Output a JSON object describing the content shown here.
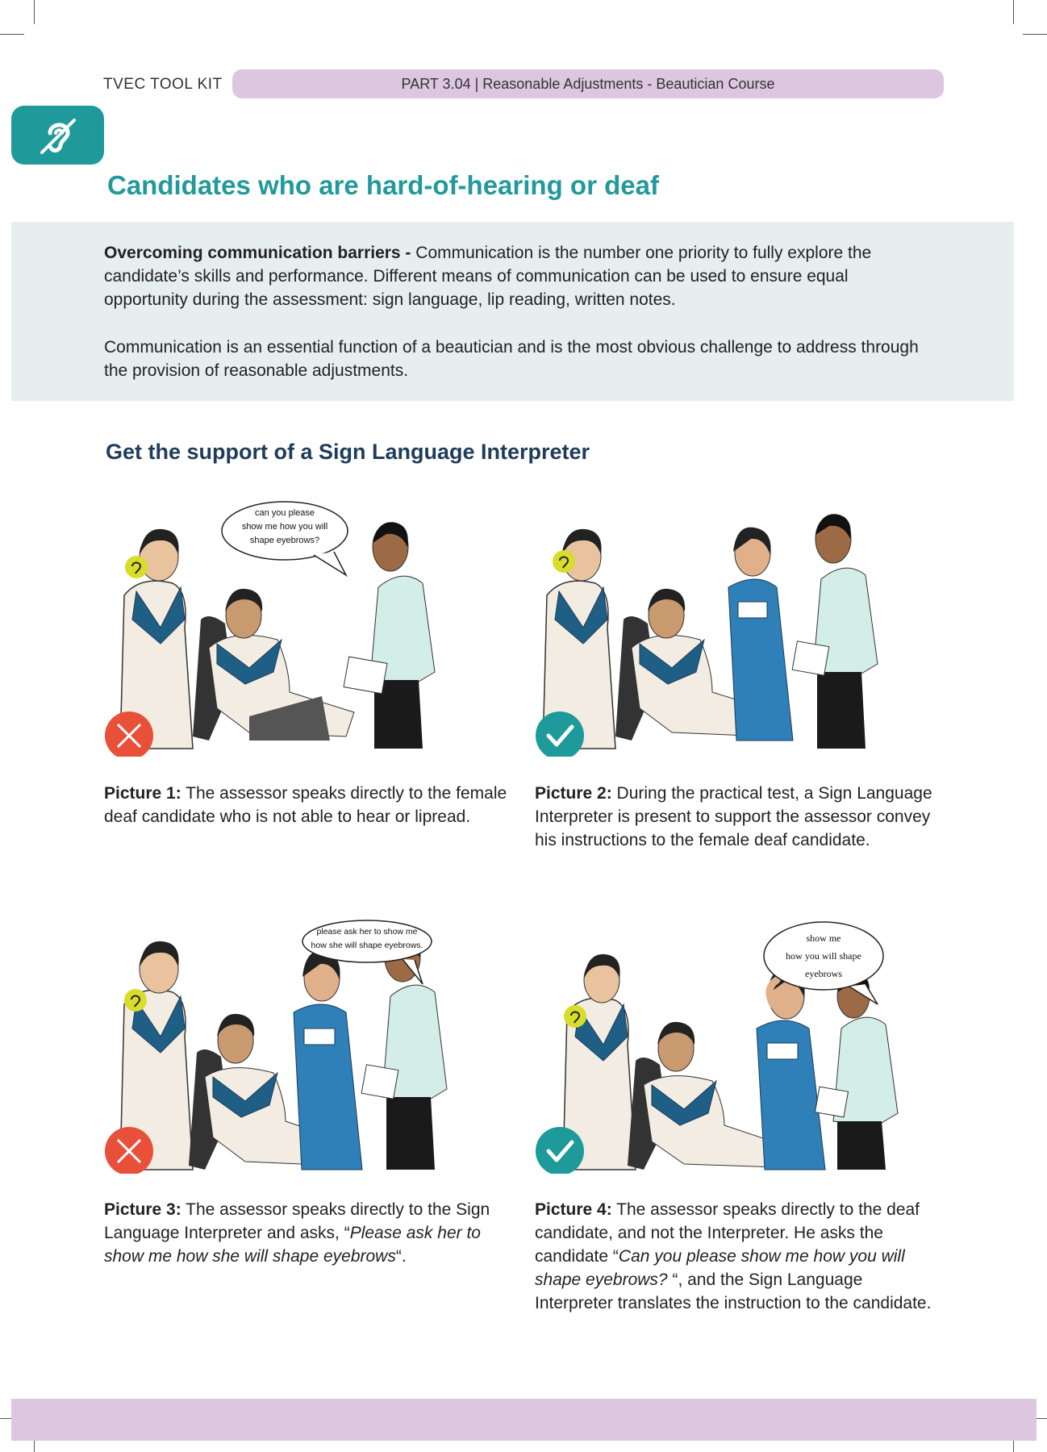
{
  "header": {
    "left_label": "TVEC TOOL KIT",
    "section": "PART 3.04 | Reasonable Adjustments - Beautician Course"
  },
  "icons": {
    "tab": "hearing-impaired-icon",
    "wrong": "cross-icon",
    "right": "check-icon"
  },
  "colors": {
    "teal": "#1f9a9a",
    "lavender": "#dcc6e0",
    "navy": "#1f3c5a",
    "red": "#e8503a"
  },
  "title": "Candidates who are hard-of-hearing or deaf",
  "intro": {
    "bold_lead": "Overcoming communication barriers -",
    "para1": " Communication is the number one priority to fully explore the candidate’s skills and performance. Different means of communication can be used to ensure equal opportunity during the assessment: sign language, lip reading, written notes.",
    "para2": "Communication is an essential function of a beautician and is the most obvious challenge to address through the provision of reasonable adjustments."
  },
  "subtitle": "Get the support of a Sign Language Interpreter",
  "pictures": [
    {
      "bubble": [
        "can you please",
        "show me how you will",
        "shape eyebrows?"
      ],
      "label": "Picture 1:",
      "text": " The assessor speaks directly to the female deaf candidate who is not able to hear or lipread.",
      "status": "wrong"
    },
    {
      "bubble": [],
      "label": "Picture 2:",
      "text": " During the practical test, a Sign Language Interpreter is present to support the assessor convey his instructions to the female deaf candidate.",
      "status": "right"
    },
    {
      "bubble": [
        "please  ask her to show me",
        "how she will shape eyebrows."
      ],
      "label": "Picture 3:",
      "text_a": " The assessor speaks directly to the Sign Language Interpreter and asks, “",
      "text_i": "Please ask her to show me how she will shape eyebrows",
      "text_b": "“.",
      "status": "wrong"
    },
    {
      "bubble": [
        "show me",
        "how you will shape",
        "eyebrows"
      ],
      "label": "Picture 4:",
      "text_a": " The assessor speaks directly to the deaf candidate, and not the Interpreter. He asks the candidate “",
      "text_i": "Can you please show me how you will shape eyebrows? ",
      "text_b": "“, and the Sign Language Interpreter translates the instruction to the candidate.",
      "status": "right"
    }
  ]
}
